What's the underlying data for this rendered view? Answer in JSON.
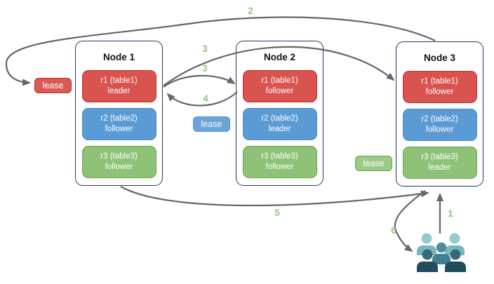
{
  "diagram": {
    "nodes": [
      {
        "title": "Node 1",
        "replicas": [
          {
            "name": "r1 (table1)",
            "role": "leader",
            "color": "red"
          },
          {
            "name": "r2 (table2)",
            "role": "follower",
            "color": "blue"
          },
          {
            "name": "r3 (table3)",
            "role": "follower",
            "color": "green"
          }
        ]
      },
      {
        "title": "Node 2",
        "replicas": [
          {
            "name": "r1 (table1)",
            "role": "follower",
            "color": "red"
          },
          {
            "name": "r2 (table2)",
            "role": "leader",
            "color": "blue"
          },
          {
            "name": "r3 (table3)",
            "role": "follower",
            "color": "green"
          }
        ]
      },
      {
        "title": "Node 3",
        "replicas": [
          {
            "name": "r1 (table1)",
            "role": "follower",
            "color": "red"
          },
          {
            "name": "r2 (table2)",
            "role": "follower",
            "color": "blue"
          },
          {
            "name": "r3 (table3)",
            "role": "leader",
            "color": "green"
          }
        ]
      }
    ],
    "leases": [
      {
        "label": "lease",
        "color": "red"
      },
      {
        "label": "lease",
        "color": "blue"
      },
      {
        "label": "lease",
        "color": "green"
      }
    ],
    "steps": [
      {
        "label": "2"
      },
      {
        "label": "3"
      },
      {
        "label": "3"
      },
      {
        "label": "4"
      },
      {
        "label": "5"
      },
      {
        "label": "6"
      },
      {
        "label": "1"
      }
    ],
    "colors": {
      "replica_red": "#d9534f",
      "replica_blue": "#5b9bd5",
      "replica_green": "#8ec377",
      "node_border": "#1e3a5f",
      "arrow_gray": "#666666",
      "step_label_green": "#93c47d",
      "users_light_teal": "#84c0c2",
      "users_mid_teal": "#4e8d9c",
      "users_dark_teal": "#204c5c"
    }
  }
}
